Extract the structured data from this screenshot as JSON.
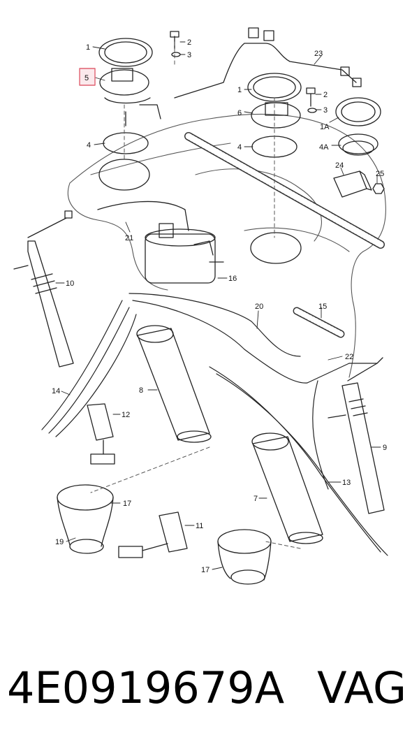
{
  "diagram": {
    "callouts": [
      {
        "id": "c1a",
        "label": "1"
      },
      {
        "id": "c2a",
        "label": "2"
      },
      {
        "id": "c3a",
        "label": "3"
      },
      {
        "id": "c5",
        "label": "5"
      },
      {
        "id": "c4a",
        "label": "4"
      },
      {
        "id": "c23",
        "label": "23"
      },
      {
        "id": "c1b",
        "label": "1"
      },
      {
        "id": "c2b",
        "label": "2"
      },
      {
        "id": "c6",
        "label": "6"
      },
      {
        "id": "c3b",
        "label": "3"
      },
      {
        "id": "c1A",
        "label": "1A"
      },
      {
        "id": "c4b",
        "label": "4"
      },
      {
        "id": "c4A",
        "label": "4A"
      },
      {
        "id": "c24",
        "label": "24"
      },
      {
        "id": "c25",
        "label": "25"
      },
      {
        "id": "c21",
        "label": "21"
      },
      {
        "id": "c10",
        "label": "10"
      },
      {
        "id": "c16",
        "label": "16"
      },
      {
        "id": "c20",
        "label": "20"
      },
      {
        "id": "c15",
        "label": "15"
      },
      {
        "id": "c8",
        "label": "8"
      },
      {
        "id": "c22",
        "label": "22"
      },
      {
        "id": "c14",
        "label": "14"
      },
      {
        "id": "c12",
        "label": "12"
      },
      {
        "id": "c9",
        "label": "9"
      },
      {
        "id": "c13",
        "label": "13"
      },
      {
        "id": "c7",
        "label": "7"
      },
      {
        "id": "c17a",
        "label": "17"
      },
      {
        "id": "c19",
        "label": "19"
      },
      {
        "id": "c11",
        "label": "11"
      },
      {
        "id": "c17b",
        "label": "17"
      }
    ],
    "highlight_color": "#e06070"
  },
  "footer": {
    "part_number": "4E0919679A",
    "brand": "VAG"
  }
}
